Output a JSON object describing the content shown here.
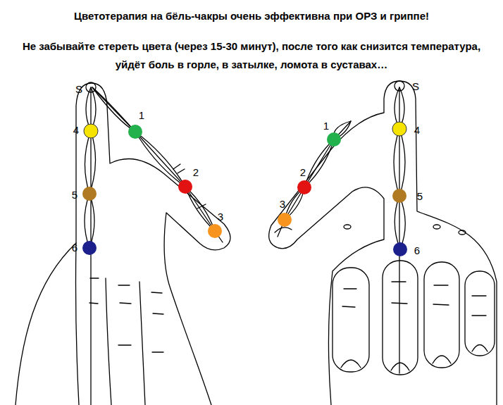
{
  "diagram": {
    "title": "Цветотерапия на бёль-чакры очень эффективна при ОРЗ и гриппе!",
    "labels": [
      "Не забывайте стереть цвета (через 15-30 минут), после того как снизится температура, уйдёт боль в горле, в затылке, ломота в суставах…",
      "S",
      "4",
      "1",
      "2",
      "5",
      "3",
      "6",
      "S",
      "1",
      "4",
      "2",
      "5",
      "3",
      "6"
    ]
  }
}
